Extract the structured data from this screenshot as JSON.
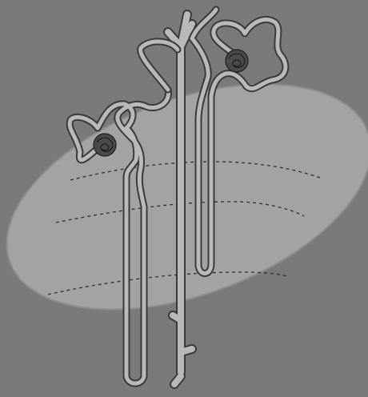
{
  "figure": {
    "background_color": "#7a7a7a",
    "kidney_region_color": "#a3a3a3",
    "tubule_outline_color": "#3a3a3a",
    "tubule_fill_color": "#b9b9b9",
    "glomerulus_color": "#4a4a4a",
    "structures": [
      "kidney-region",
      "cortex-medulla-boundaries",
      "cortical-nephron",
      "juxtamedullary-nephron",
      "collecting-duct",
      "glomeruli"
    ]
  }
}
